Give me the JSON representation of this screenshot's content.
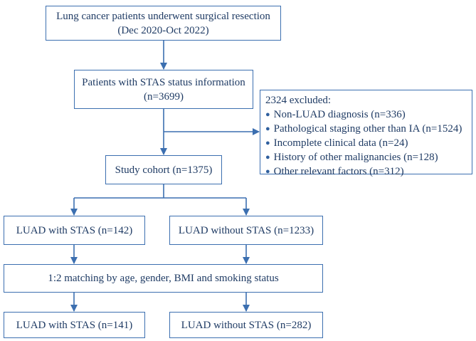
{
  "boxes": {
    "surgical": {
      "line1": "Lung cancer patients underwent surgical resection",
      "line2": "(Dec 2020-Oct 2022)"
    },
    "stas_info": {
      "line1": "Patients with STAS status information",
      "line2": "(n=3699)"
    },
    "excluded": {
      "title": "2324 excluded:",
      "items": [
        "Non-LUAD diagnosis (n=336)",
        "Pathological staging other than IA (n=1524)",
        "Incomplete clinical data (n=24)",
        "History of other malignancies (n=128)",
        "Other relevant factors (n=312)"
      ]
    },
    "cohort": {
      "label": "Study cohort (n=1375)"
    },
    "with_stas_1": {
      "label": "LUAD with STAS (n=142)"
    },
    "without_stas_1": {
      "label": "LUAD without STAS (n=1233)"
    },
    "matching": {
      "label": "1:2 matching by age, gender, BMI and smoking status"
    },
    "with_stas_2": {
      "label": "LUAD with STAS (n=141)"
    },
    "without_stas_2": {
      "label": "LUAD without STAS (n=282)"
    }
  },
  "colors": {
    "border": "#3c6fb0",
    "arrow": "#3c6fb0",
    "text": "#1f3b64",
    "bullet": "#2f5f9e"
  },
  "icons": {
    "bullet": "●"
  }
}
